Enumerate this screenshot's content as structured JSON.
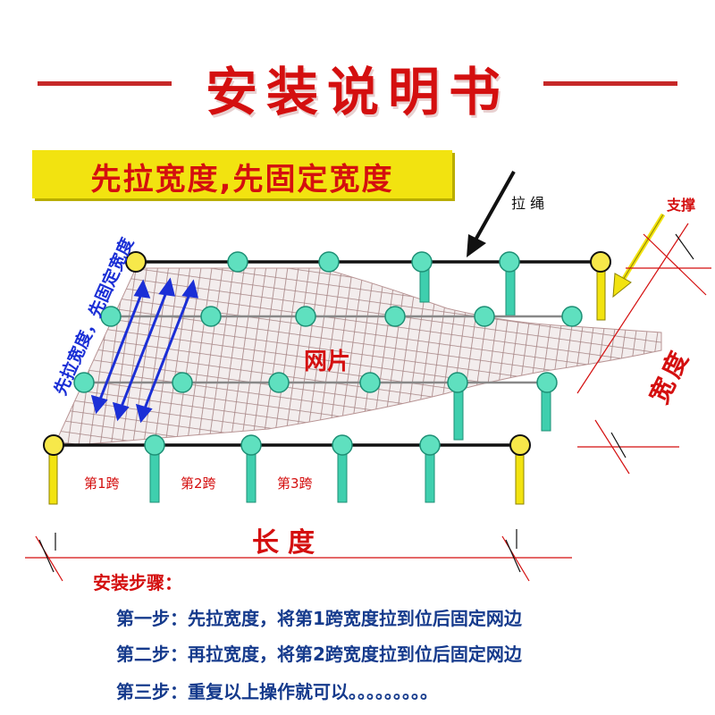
{
  "title": "安装说明书",
  "banner": "先拉宽度,先固定宽度",
  "labels": {
    "pull_rope": "拉 绳",
    "support": "支撑",
    "diagonal": "先拉宽度，先固定宽度",
    "net": "网片",
    "width": "宽度",
    "length": "长度",
    "span1": "第1跨",
    "span2": "第2跨",
    "span3": "第3跨"
  },
  "steps": {
    "heading": "安装步骤：",
    "items": [
      "第一步：先拉宽度，将第1跨宽度拉到位后固定网边",
      "第二步：再拉宽度，将第2跨宽度拉到位后固定网边",
      "第三步：重复以上操作就可以。。。。。。。。。"
    ]
  },
  "colors": {
    "title_red": "#d40f0f",
    "banner_yellow": "#f2e310",
    "post_green": "#3fcfae",
    "post_yellow": "#f2e310",
    "step_blue": "#153a8c",
    "arrow_blue": "#1b2fd6"
  }
}
